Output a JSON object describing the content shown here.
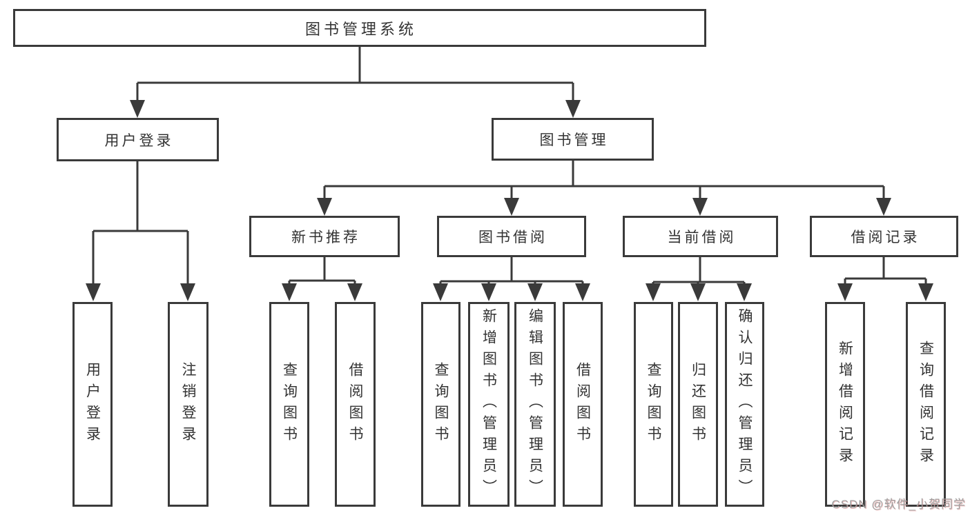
{
  "colors": {
    "line": "#3a3a3a",
    "text": "#333333",
    "watermark": "#9e9e9e",
    "box_background": "#ffffff"
  },
  "watermark": {
    "text": "CSDN @软件_小贺同学"
  },
  "tree": {
    "label": "图书管理系统",
    "children": [
      {
        "label": "用户登录",
        "children": [
          {
            "label": "用户登录"
          },
          {
            "label": "注销登录"
          }
        ]
      },
      {
        "label": "图书管理",
        "children": [
          {
            "label": "新书推荐",
            "children": [
              {
                "label": "查询图书"
              },
              {
                "label": "借阅图书"
              }
            ]
          },
          {
            "label": "图书借阅",
            "children": [
              {
                "label": "查询图书"
              },
              {
                "label": "新增图书（管理员）"
              },
              {
                "label": "编辑图书（管理员）"
              },
              {
                "label": "借阅图书"
              }
            ]
          },
          {
            "label": "当前借阅",
            "children": [
              {
                "label": "查询图书"
              },
              {
                "label": "归还图书"
              },
              {
                "label": "确认归还（管理员）"
              }
            ]
          },
          {
            "label": "借阅记录",
            "children": [
              {
                "label": "新增借阅记录"
              },
              {
                "label": "查询借阅记录"
              }
            ]
          }
        ]
      }
    ]
  }
}
